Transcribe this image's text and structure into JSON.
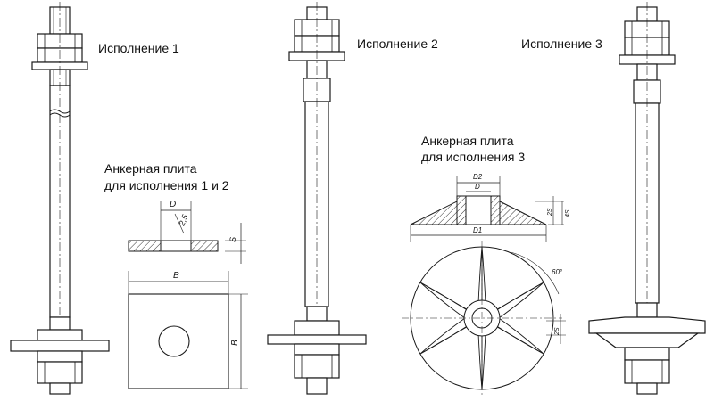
{
  "labels": {
    "variant_1": "Исполнение 1",
    "variant_2": "Исполнение 2",
    "variant_3": "Исполнение 3",
    "plate_12_line1": "Анкерная плита",
    "plate_12_line2": "для исполнения 1 и 2",
    "plate_3_line1": "Анкерная плита",
    "plate_3_line2": "для исполнения 3"
  },
  "dimensions": {
    "plate_12_hole": "D",
    "plate_12_chamfer": "2,5",
    "plate_12_thickness": "S",
    "plate_12_width": "B",
    "plate_12_height": "B",
    "plate_3_top": "D2",
    "plate_3_inner": "D",
    "plate_3_outer": "D1",
    "plate_3_h1": "2S",
    "plate_3_h2": "4S",
    "plate_3_angle": "60°",
    "plate_3_rib": "2S"
  },
  "colors": {
    "line": "#1a1a1a",
    "hatch": "#333333",
    "background": "#ffffff"
  }
}
